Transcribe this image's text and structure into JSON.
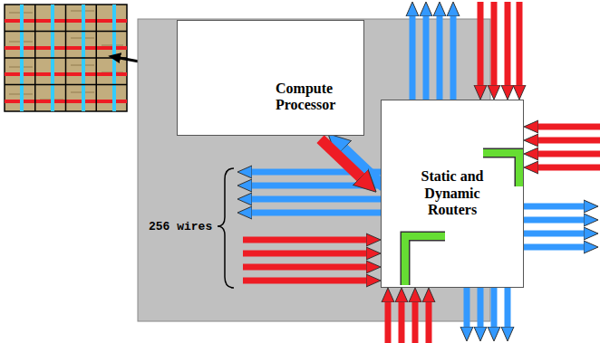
{
  "diagram": {
    "nodes": [
      {
        "text": [
          "Compute Processor"
        ]
      },
      {
        "text": [
          "Static and Dynamic Routers"
        ]
      }
    ],
    "edges": [
      {
        "from": 0,
        "to": 1,
        "arrow": "both"
      }
    ],
    "labels": [
      "256 wires"
    ]
  }
}
